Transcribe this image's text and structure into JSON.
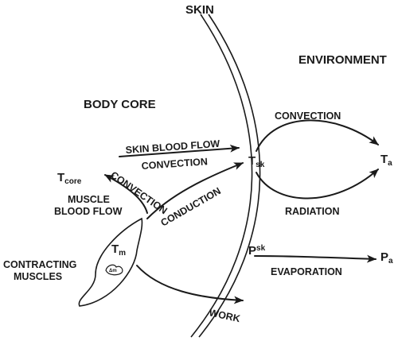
{
  "labels": {
    "skin": "SKIN",
    "environment": "ENVIRONMENT",
    "body_core": "BODY CORE",
    "convection_env": "CONVECTION",
    "skin_blood_flow": "SKIN BLOOD FLOW",
    "convection_skin": "CONVECTION",
    "convection_core": "CONVECTION",
    "muscle_blood_flow_1": "MUSCLE",
    "muscle_blood_flow_2": "BLOOD FLOW",
    "conduction": "CONDUCTION",
    "radiation": "RADIATION",
    "evaporation": "EVAPORATION",
    "contracting_1": "CONTRACTING",
    "contracting_2": "MUSCLES",
    "work": "WORK"
  },
  "symbols": {
    "t_core": {
      "main": "T",
      "sub": "core"
    },
    "t_sk": {
      "main": "T",
      "sub": "sk"
    },
    "t_a": {
      "main": "T",
      "sub": "a"
    },
    "t_m": {
      "main": "T",
      "sub": "m"
    },
    "p_sk": {
      "main": "P",
      "sub": "sk"
    },
    "p_a": {
      "main": "P",
      "sub": "a"
    },
    "muscle_glyph": "Δm"
  }
}
